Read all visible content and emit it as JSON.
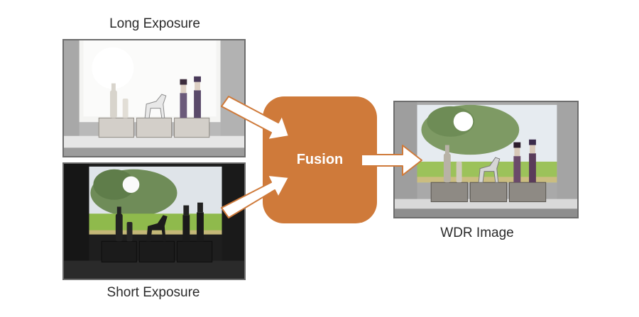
{
  "labels": {
    "long_exposure": "Long Exposure",
    "short_exposure": "Short Exposure",
    "wdr_image": "WDR Image",
    "fusion": "Fusion"
  },
  "colors": {
    "fusion_box": "#cf7a3a",
    "arrow_fill": "#ffffff",
    "arrow_stroke": "#cf7a3a",
    "frame": "#6d6d6d"
  },
  "icons": {
    "long_exposure_photo": "bright-window-scene",
    "short_exposure_photo": "dark-window-scene-silhouettes",
    "wdr_photo": "balanced-window-scene"
  }
}
